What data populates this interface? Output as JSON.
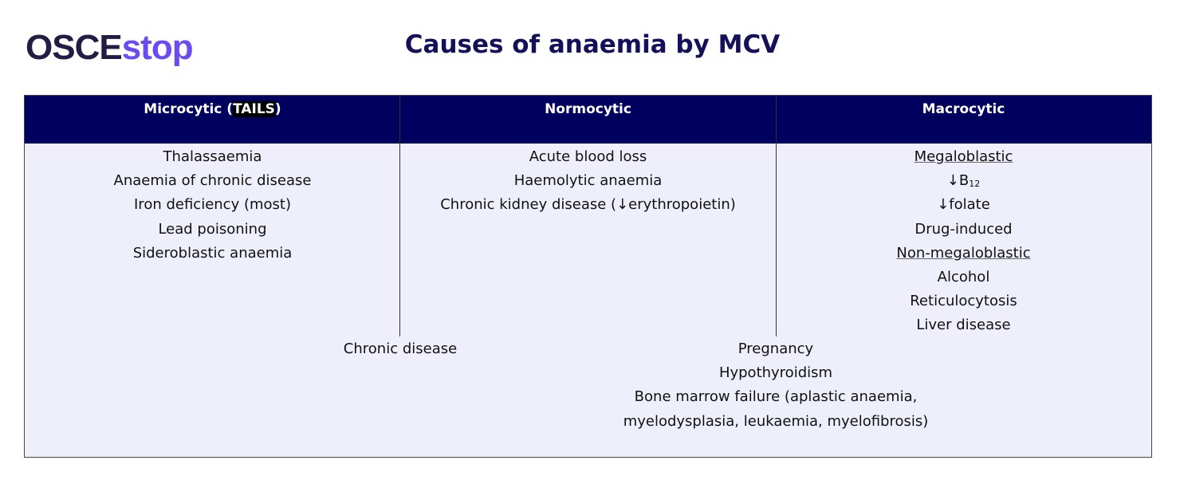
{
  "logo": {
    "part1": "OSCE",
    "part2": "stop"
  },
  "title": "Causes of anaemia by MCV",
  "headers": {
    "microcytic_prefix": "Microcytic (",
    "microcytic_highlight": "TAILS",
    "microcytic_suffix": ")",
    "normocytic": "Normocytic",
    "macrocytic": "Macrocytic"
  },
  "microcytic": [
    "Thalassaemia",
    "Anaemia of chronic disease",
    "Iron deficiency (most)",
    "Lead poisoning",
    "Sideroblastic anaemia"
  ],
  "normocytic": [
    "Acute blood loss",
    "Haemolytic anaemia",
    "Chronic kidney disease (↓erythropoietin)"
  ],
  "macrocytic": {
    "megaloblastic": "Megaloblastic",
    "b12_prefix": "↓B",
    "b12_sub": "12",
    "folate": "↓folate",
    "drug": "Drug-induced",
    "non_megaloblastic": "Non-megaloblastic",
    "alcohol": "Alcohol",
    "reticulocytosis": "Reticulocytosis",
    "liver": "Liver disease"
  },
  "shared_micro_normo": "Chronic disease",
  "shared_normo_macro": [
    "Pregnancy",
    "Hypothyroidism",
    "Bone marrow failure (aplastic anaemia,",
    "myelodysplasia, leukaemia, myelofibrosis)"
  ]
}
